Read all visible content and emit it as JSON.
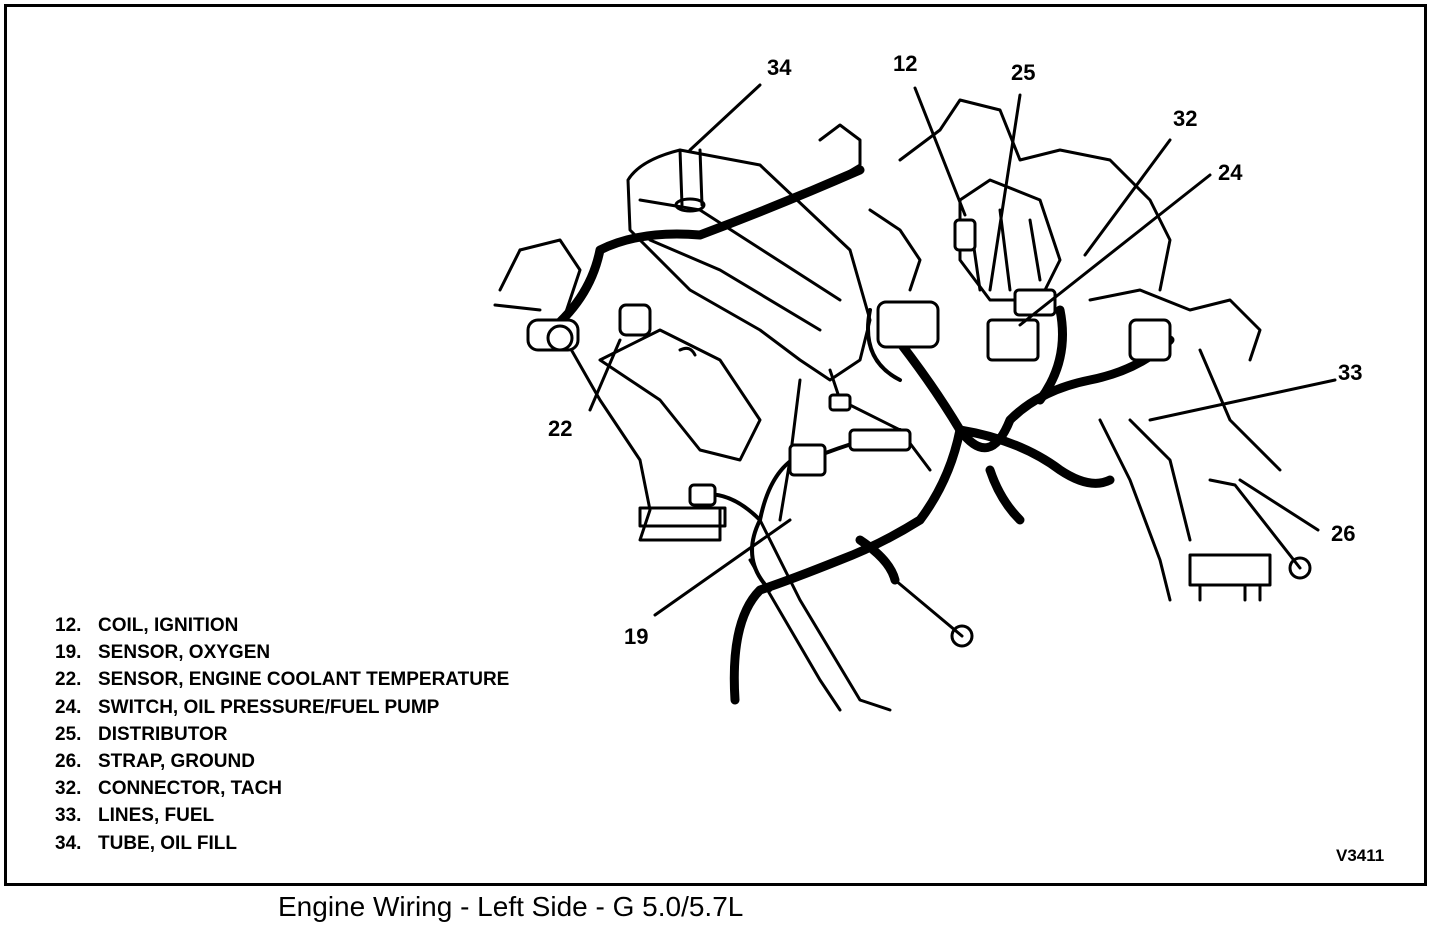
{
  "callouts": [
    "34",
    "12",
    "25",
    "32",
    "24",
    "33",
    "22",
    "26",
    "19"
  ],
  "legend": [
    {
      "num": "12.",
      "label": "COIL, IGNITION"
    },
    {
      "num": "19.",
      "label": "SENSOR, OXYGEN"
    },
    {
      "num": "22.",
      "label": "SENSOR, ENGINE COOLANT TEMPERATURE"
    },
    {
      "num": "24.",
      "label": "SWITCH, OIL PRESSURE/FUEL PUMP"
    },
    {
      "num": "25.",
      "label": "DISTRIBUTOR"
    },
    {
      "num": "26.",
      "label": "STRAP, GROUND"
    },
    {
      "num": "32.",
      "label": "CONNECTOR, TACH"
    },
    {
      "num": "33.",
      "label": "LINES, FUEL"
    },
    {
      "num": "34.",
      "label": "TUBE, OIL FILL"
    }
  ],
  "figure_id": "V3411",
  "caption": "Engine Wiring - Left Side  - G 5.0/5.7L"
}
